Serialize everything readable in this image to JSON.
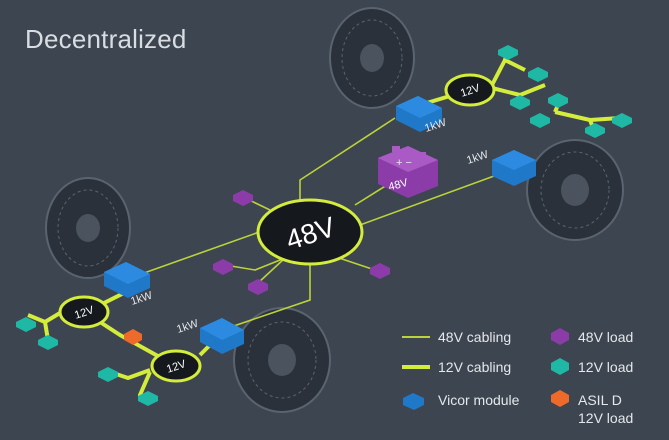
{
  "title": "Decentralized",
  "hub_label": "48V",
  "battery_label": "48V",
  "battery_signs": "+  −",
  "module_labels": [
    "1kW",
    "1kW",
    "1kW",
    "1kW"
  ],
  "converter_labels": [
    "12V",
    "12V",
    "12V"
  ],
  "legend": {
    "cable48": "48V cabling",
    "cable12": "12V cabling",
    "module": "Vicor module",
    "load48": "48V load",
    "load12": "12V load",
    "asil_line1": "ASIL D",
    "asil_line2": "12V load"
  },
  "colors": {
    "background": "#3c4550",
    "cable48": "#bcd23a",
    "cable12": "#d4ec3c",
    "vicor_module": "#1f78c8",
    "load48": "#8c3ca8",
    "load12": "#1fb8a4",
    "asil_load": "#ee6a2a",
    "tire": "#5a6470"
  }
}
